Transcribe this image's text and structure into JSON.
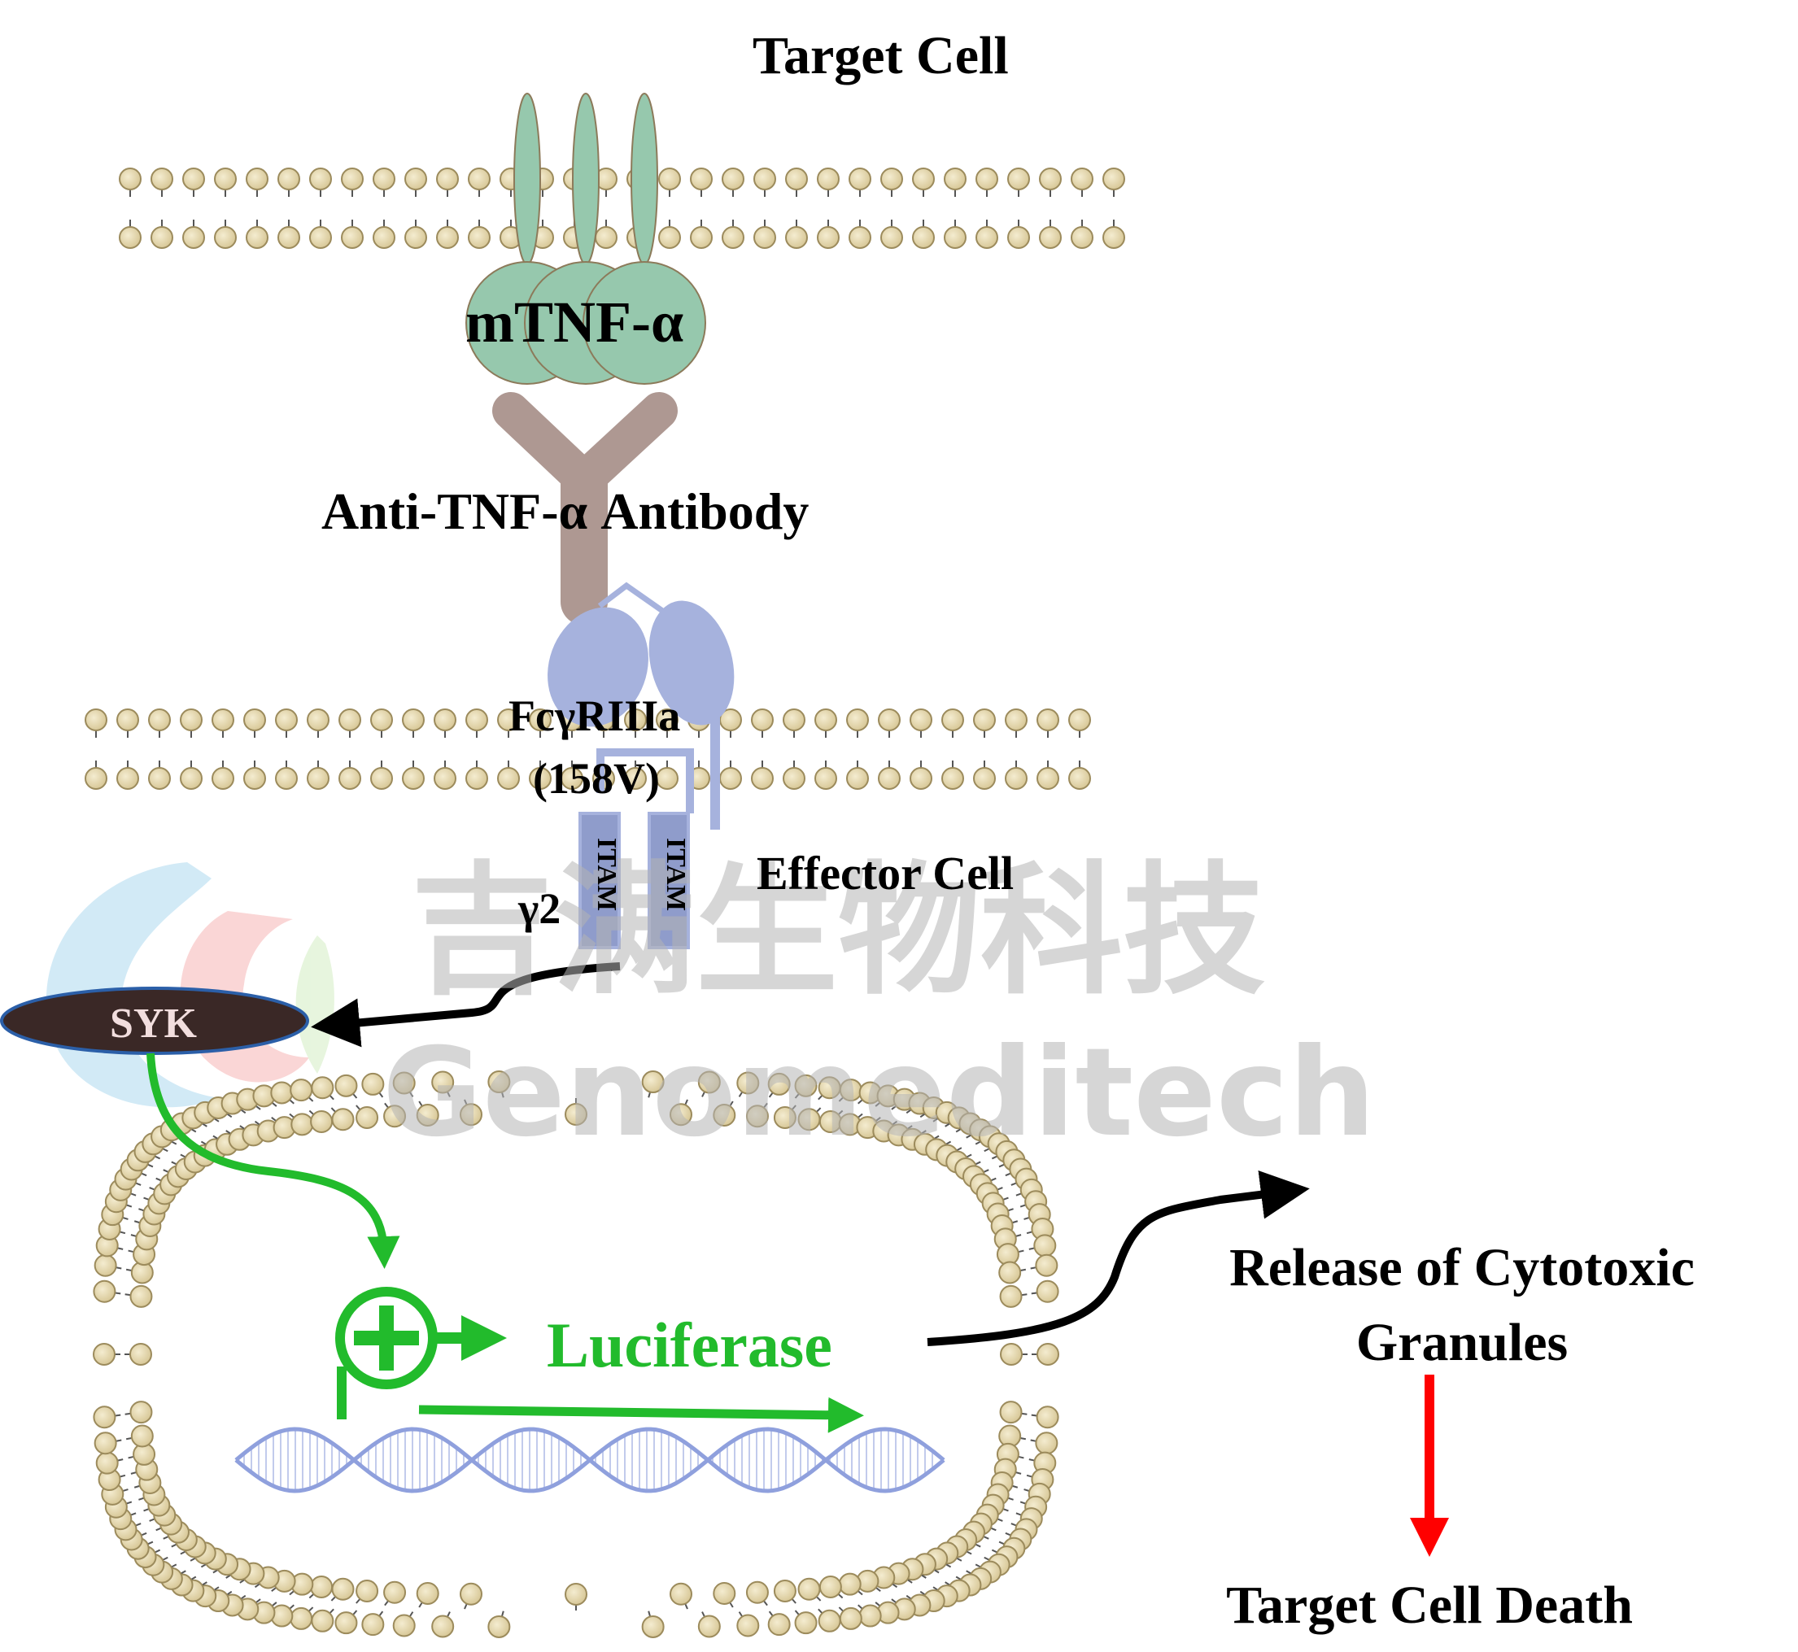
{
  "labels": {
    "target_cell": "Target Cell",
    "mtnf": "mTNF-α",
    "antibody": "Anti-TNF-α  Antibody",
    "receptor_line1": "FcγRIIIa",
    "receptor_line2": "(158V)",
    "itam_left": "ITAM",
    "itam_right": "ITAM",
    "gamma2": "γ2",
    "effector_cell": "Effector Cell",
    "syk": "SYK",
    "luciferase": "Luciferase",
    "release_line1": "Release of Cytotoxic",
    "release_line2": "Granules",
    "death": "Target Cell Death"
  },
  "watermark": {
    "chinese": "吉满生物科技",
    "english": "Genomeditech"
  },
  "colors": {
    "lipid_head": "#e3d6ad",
    "lipid_stroke": "#9c8b5c",
    "tnf_green": "#96c8ad",
    "antibody": "#ae9892",
    "receptor": "#a6b2dd",
    "itam_box": "#8f9ccb",
    "syk_fill": "#3a2826",
    "syk_border": "#2b5fa8",
    "green_arrow": "#22bb2c",
    "red_arrow": "#ff0000",
    "dna": "#8fa0dd"
  }
}
